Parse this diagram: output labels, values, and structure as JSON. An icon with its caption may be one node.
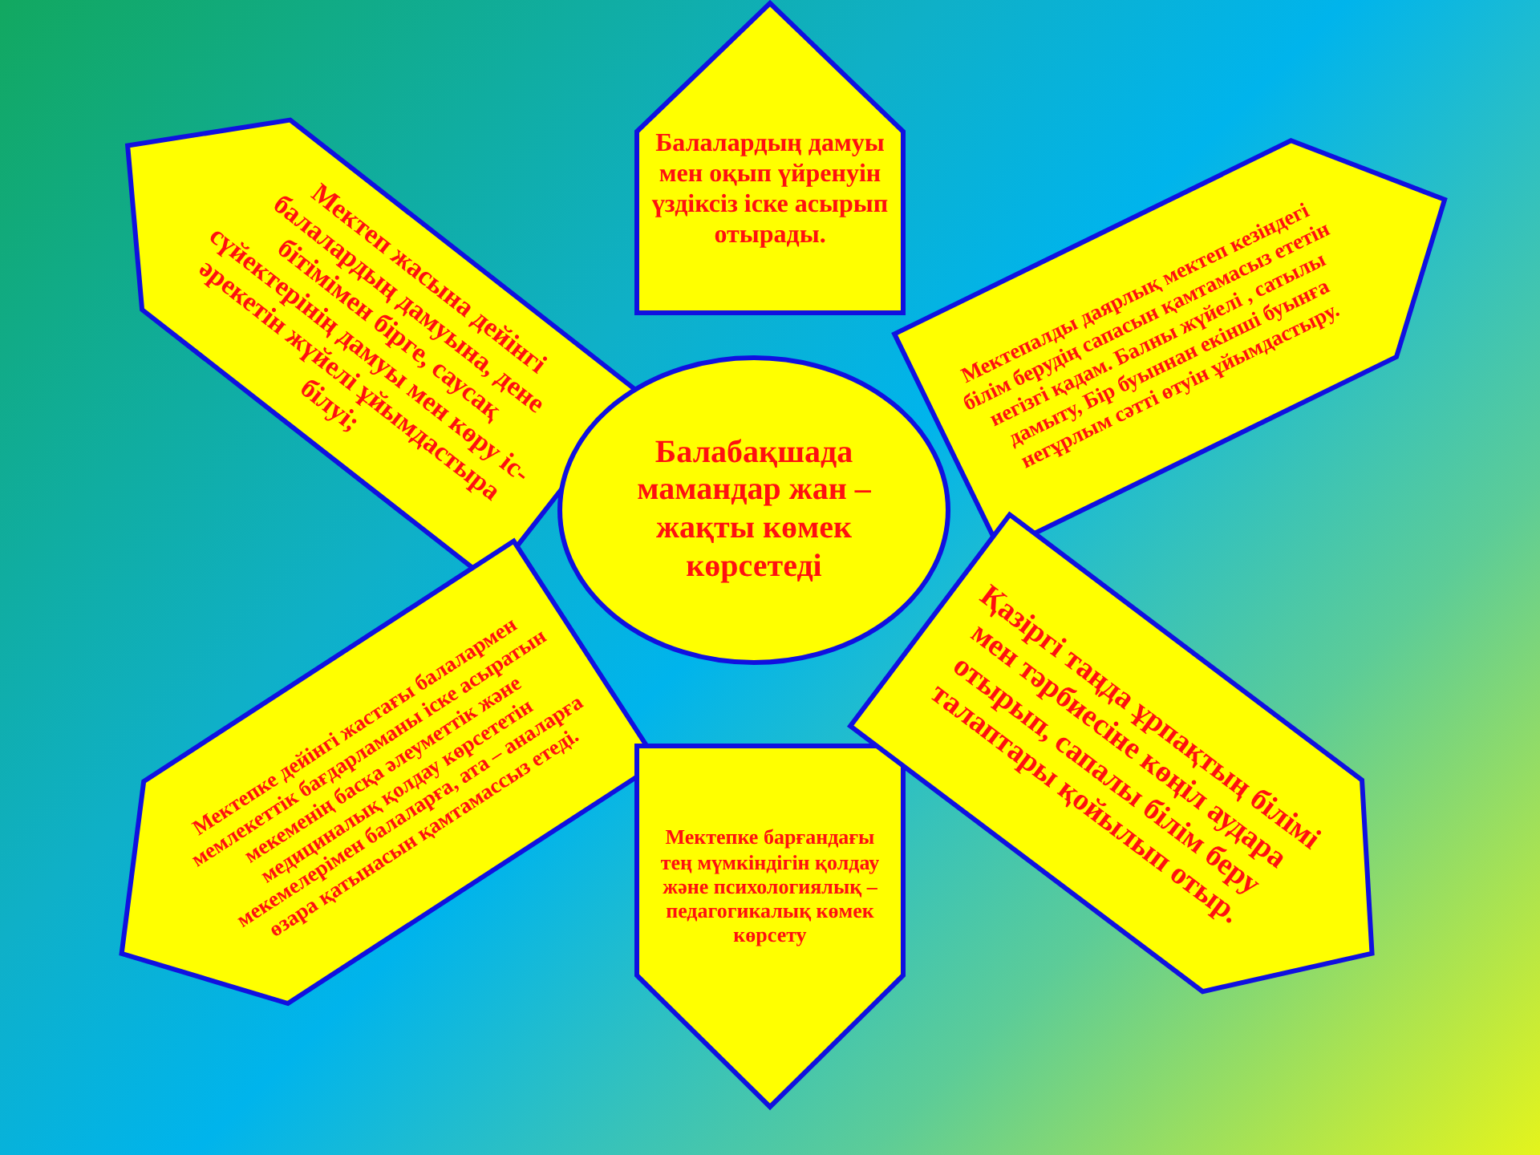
{
  "diagram": {
    "nodes": [
      {
        "text": [
          "Мектеп жасына дейінгі балалардың дамуына, дене бітімімен бірге, саусақ сүйектерінің дамуы мен көру іс-әрекетін жүйелі ұйымдастыра білуі;"
        ]
      },
      {
        "text": [
          "Балалардың дамуы мен оқып үйренуін үздіксіз іске асырып отырады."
        ]
      },
      {
        "text": [
          "Мектепалды даярлық мектеп кезіндегі білім берудің сапасын қамтамасыз ететін негізгі қадам. Балны жүйелі , сатылы дамыту, Бір буыннан екінші буынға негұрлым сәтті өтуін ұйымдастыру."
        ]
      },
      {
        "text": [
          "Балабақшада мамандар жан – жақты көмек көрсетеді"
        ]
      },
      {
        "text": [
          "Мектепке дейінгі жастағы балалармен мемлекеттік бағдарламаны іске асыратын мекеменің басқа әлеуметтік және медициналық қолдау көрсететін мекемелерімен балаларға, ата – аналарға өзара қатынасын қамтамассыз етеді."
        ]
      },
      {
        "text": [
          "Мектепке барғандағы тең мүмкіндігін қолдау және психологиялық – педагогикалық көмек көрсету"
        ]
      },
      {
        "text": [
          "Қазіргі таңда ұрпақтың білімі мен тәрбиесіне көңіл аудара отырып, сапалы білім беру талаптары қойылып отыр."
        ]
      }
    ],
    "edges": []
  }
}
